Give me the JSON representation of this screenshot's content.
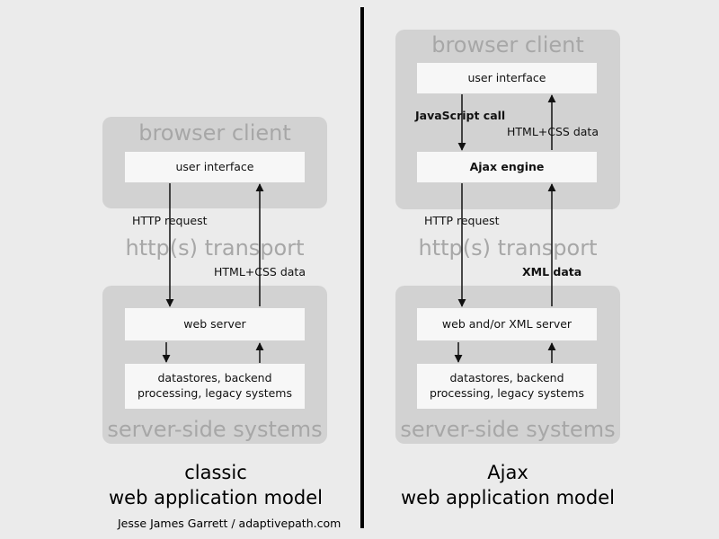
{
  "classic": {
    "browser_client": "browser client",
    "user_interface": "user interface",
    "http_request": "HTTP request",
    "transport": "http(s) transport",
    "html_css_data": "HTML+CSS data",
    "web_server": "web server",
    "datastores_line1": "datastores, backend",
    "datastores_line2": "processing, legacy systems",
    "server_side": "server-side systems",
    "title_line1": "classic",
    "title_line2": "web application model"
  },
  "ajax": {
    "browser_client": "browser client",
    "user_interface": "user interface",
    "javascript_call": "JavaScript call",
    "html_css_data": "HTML+CSS data",
    "ajax_engine": "Ajax engine",
    "http_request": "HTTP request",
    "transport": "http(s) transport",
    "xml_data": "XML data",
    "web_xml_server": "web and/or XML server",
    "datastores_line1": "datastores, backend",
    "datastores_line2": "processing, legacy systems",
    "server_side": "server-side systems",
    "title_line1": "Ajax",
    "title_line2": "web application model"
  },
  "credit": "Jesse James Garrett / adaptivepath.com",
  "colors": {
    "background": "#ebebeb",
    "panel": "#d2d2d2",
    "box": "#f7f7f7",
    "ghost_text": "#a7a7a7",
    "ink": "#111111"
  }
}
